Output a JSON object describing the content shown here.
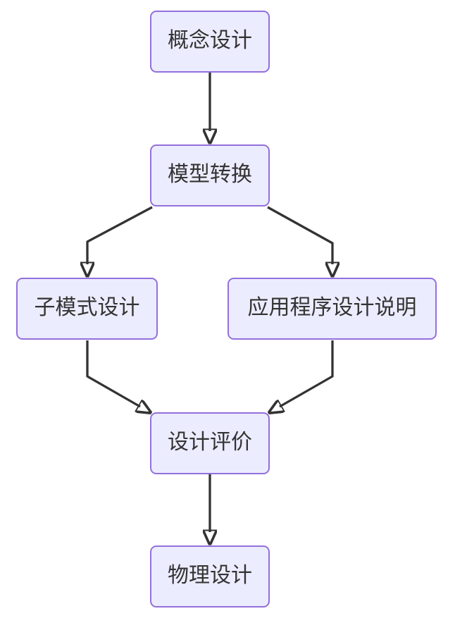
{
  "diagram": {
    "type": "flowchart",
    "direction": "top-down",
    "colors": {
      "background": "#ffffff",
      "node_fill": "#ECECFF",
      "node_border": "#9370DB",
      "edge": "#333333",
      "text": "#333333"
    },
    "nodes": [
      {
        "id": "conceptual-design",
        "label": "概念设计"
      },
      {
        "id": "model-transformation",
        "label": "模型转换"
      },
      {
        "id": "subschema-design",
        "label": "子模式设计"
      },
      {
        "id": "application-design-spec",
        "label": "应用程序设计说明"
      },
      {
        "id": "design-evaluation",
        "label": "设计评价"
      },
      {
        "id": "physical-design",
        "label": "物理设计"
      }
    ],
    "edges": [
      {
        "from": "概念设计",
        "to": "模型转换"
      },
      {
        "from": "模型转换",
        "to": "子模式设计"
      },
      {
        "from": "模型转换",
        "to": "应用程序设计说明"
      },
      {
        "from": "子模式设计",
        "to": "设计评价"
      },
      {
        "from": "应用程序设计说明",
        "to": "设计评价"
      },
      {
        "from": "设计评价",
        "to": "物理设计"
      }
    ]
  }
}
